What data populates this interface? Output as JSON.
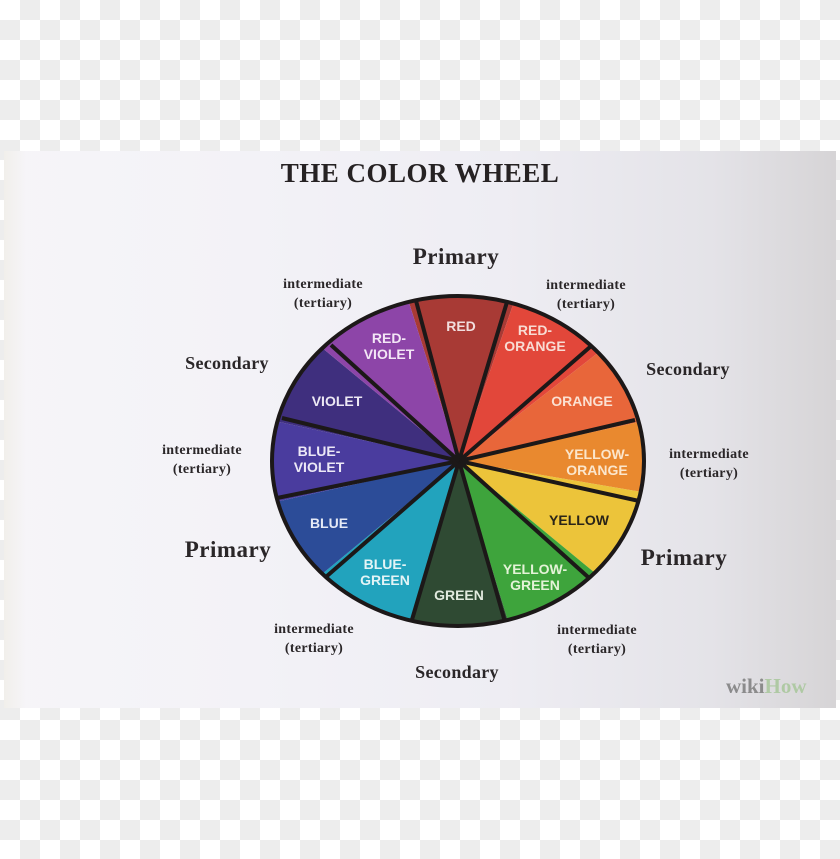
{
  "title": "THE COLOR WHEEL",
  "category_labels": {
    "top": "Primary",
    "left_bottom": "Primary",
    "right_bottom": "Primary",
    "left_top": "Secondary",
    "right_top": "Secondary",
    "bottom": "Secondary"
  },
  "tertiary_labels": {
    "top_left": {
      "line1": "intermediate",
      "line2": "(tertiary)"
    },
    "top_right": {
      "line1": "intermediate",
      "line2": "(tertiary)"
    },
    "left": {
      "line1": "intermediate",
      "line2": "(tertiary)"
    },
    "right": {
      "line1": "intermediate",
      "line2": "(tertiary)"
    },
    "bottom_left": {
      "line1": "intermediate",
      "line2": "(tertiary)"
    },
    "bottom_right": {
      "line1": "intermediate",
      "line2": "(tertiary)"
    }
  },
  "wheel": {
    "segments": [
      {
        "name": "RED",
        "line1": "RED",
        "line2": "",
        "color": "#a83a35",
        "text_color": "#f2dede"
      },
      {
        "name": "RED-ORANGE",
        "line1": "RED-",
        "line2": "ORANGE",
        "color": "#e2473a",
        "text_color": "#f8dcd4"
      },
      {
        "name": "ORANGE",
        "line1": "ORANGE",
        "line2": "",
        "color": "#e8663a",
        "text_color": "#fbe1d2"
      },
      {
        "name": "YELLOW-ORANGE",
        "line1": "YELLOW-",
        "line2": "ORANGE",
        "color": "#e9892f",
        "text_color": "#fbe6cc"
      },
      {
        "name": "YELLOW",
        "line1": "YELLOW",
        "line2": "",
        "color": "#ecc43a",
        "text_color": "#2a2418"
      },
      {
        "name": "YELLOW-GREEN",
        "line1": "YELLOW-",
        "line2": "GREEN",
        "color": "#3ea43c",
        "text_color": "#e4f3d8"
      },
      {
        "name": "GREEN",
        "line1": "GREEN",
        "line2": "",
        "color": "#2f4a33",
        "text_color": "#e2eadf"
      },
      {
        "name": "BLUE-GREEN",
        "line1": "BLUE-",
        "line2": "GREEN",
        "color": "#22a3bd",
        "text_color": "#e4f4f6"
      },
      {
        "name": "BLUE",
        "line1": "BLUE",
        "line2": "",
        "color": "#2c4c98",
        "text_color": "#e6eaf6"
      },
      {
        "name": "BLUE-VIOLET",
        "line1": "BLUE-",
        "line2": "VIOLET",
        "color": "#4a3c9e",
        "text_color": "#ece8f6"
      },
      {
        "name": "VIOLET",
        "line1": "VIOLET",
        "line2": "",
        "color": "#3f2f7e",
        "text_color": "#ece8f4"
      },
      {
        "name": "RED-VIOLET",
        "line1": "RED-",
        "line2": "VIOLET",
        "color": "#8d45a8",
        "text_color": "#f3e6f6"
      }
    ]
  },
  "watermark": {
    "part1": "wiki",
    "part2": "How"
  }
}
